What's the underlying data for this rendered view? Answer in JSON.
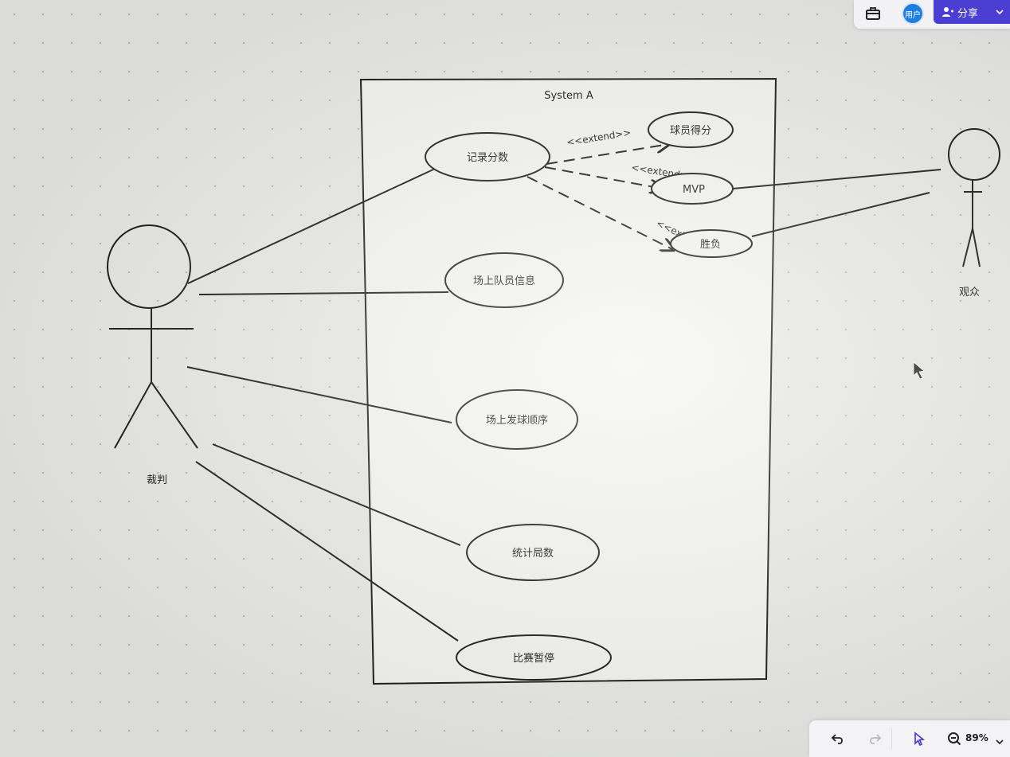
{
  "toolbar": {
    "avatar_label": "用户",
    "share_label": "分享",
    "zoom_level": "89%"
  },
  "diagram": {
    "system_title": "System A",
    "actors": {
      "referee": "裁判",
      "audience": "观众"
    },
    "use_cases": {
      "record_score": "记录分数",
      "player_score": "球员得分",
      "mvp": "MVP",
      "win_loss": "胜负",
      "player_info": "场上队员信息",
      "serve_order": "场上发球顺序",
      "count_rounds": "统计局数",
      "pause": "比赛暂停"
    },
    "relations": {
      "extend_label": "<<extend>>"
    }
  },
  "colors": {
    "share_button": "#4b3fd3",
    "avatar": "#1f7fe0",
    "line": "#111111"
  }
}
